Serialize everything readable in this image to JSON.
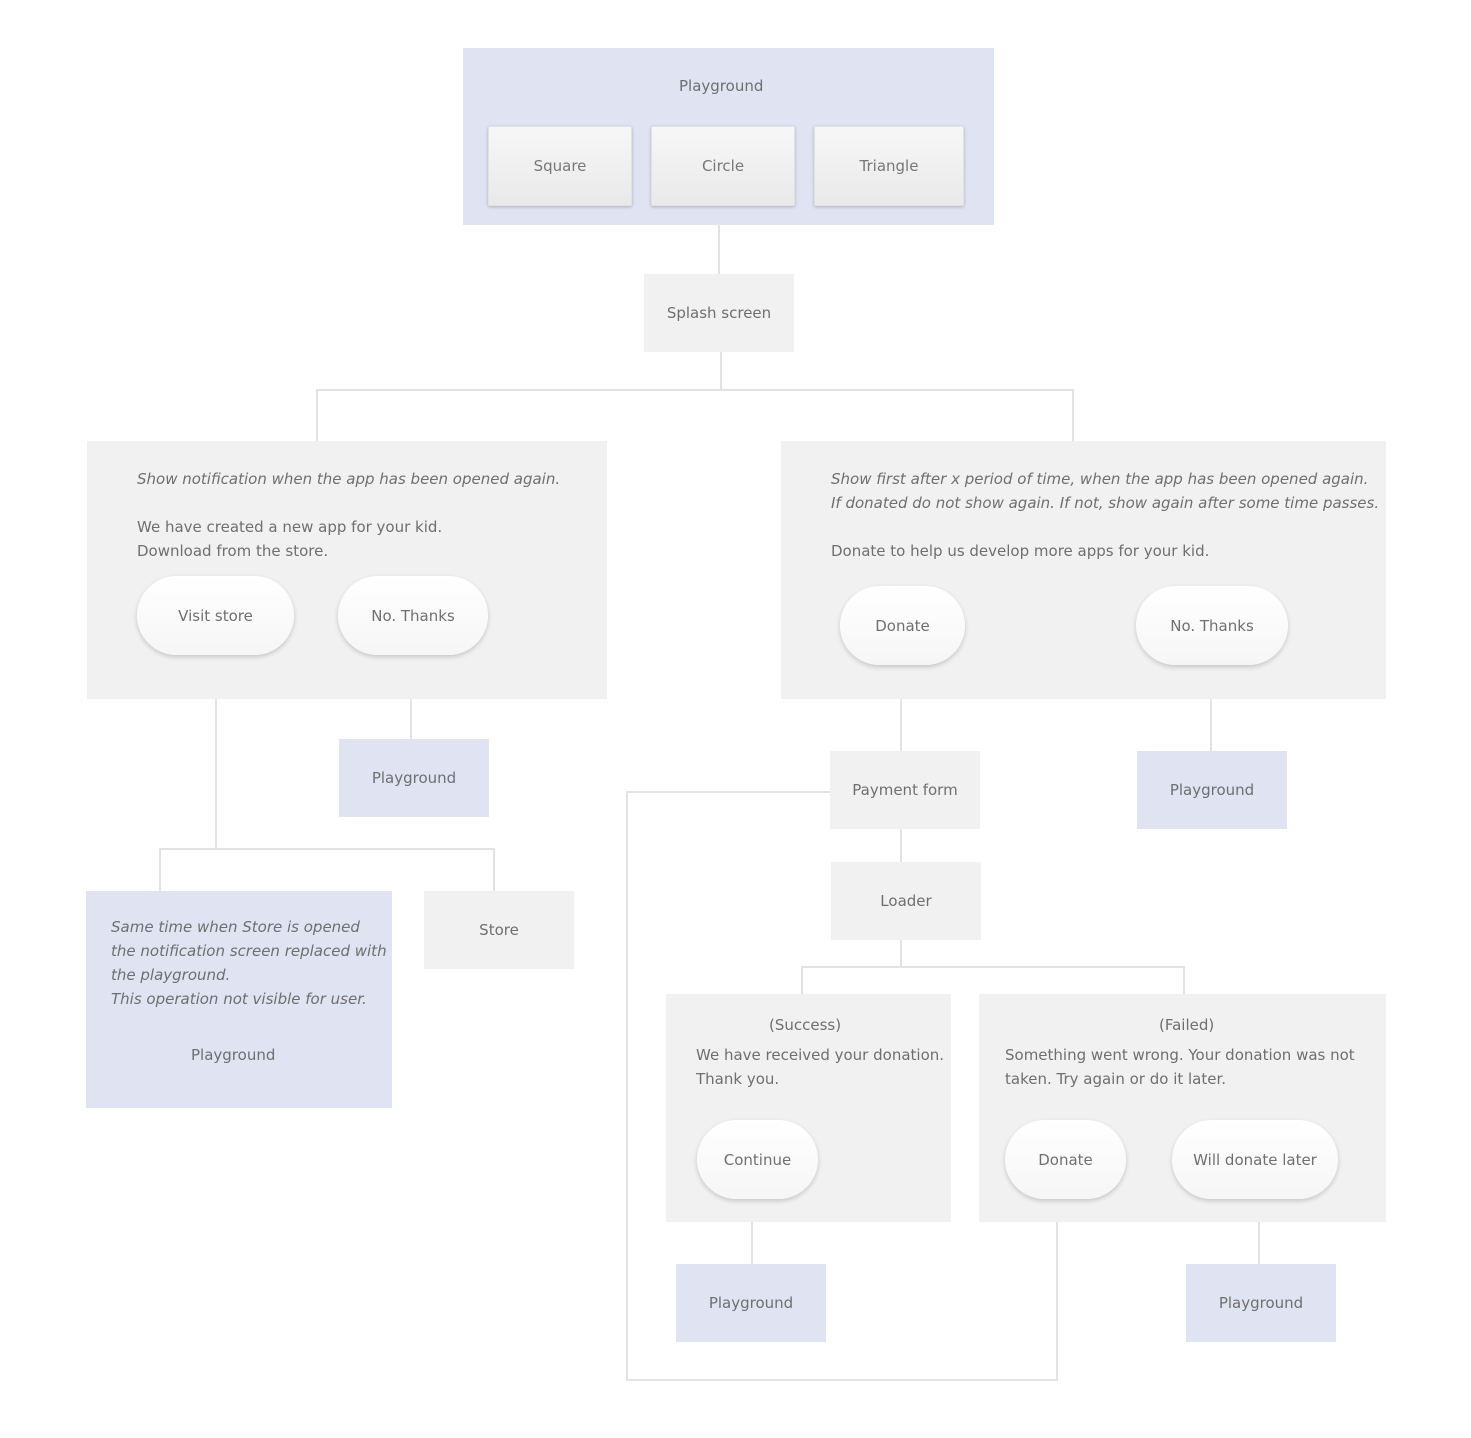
{
  "top": {
    "title": "Playground",
    "tiles": [
      "Square",
      "Circle",
      "Triangle"
    ]
  },
  "splash": "Splash screen",
  "notification": {
    "note": "Show notification when the app has been opened again.",
    "message_line1": "We have created a new app for your kid.",
    "message_line2": "Download from the store.",
    "visit_store": "Visit store",
    "no_thanks": "No. Thanks"
  },
  "donation": {
    "note_line1": "Show first after x period of time, when the app has been opened again.",
    "note_line2": "If donated do not show again. If not, show again after some time passes.",
    "message": "Donate to help us develop more apps for your kid.",
    "donate": "Donate",
    "no_thanks": "No. Thanks"
  },
  "playground_label": "Playground",
  "store": "Store",
  "store_note": {
    "line1": "Same time when Store is opened",
    "line2": "the notification screen replaced with",
    "line3": "the playground.",
    "line4": "This operation not visible for user.",
    "title": "Playground"
  },
  "payment_form": "Payment form",
  "loader": "Loader",
  "success": {
    "title": "(Success)",
    "line1": "We have received your donation.",
    "line2": "Thank you.",
    "continue": "Continue"
  },
  "failed": {
    "title": "(Failed)",
    "line1": "Something went wrong. Your donation was not",
    "line2": "taken. Try again or do it later.",
    "donate": "Donate",
    "later": "Will donate later"
  },
  "colors": {
    "gray_box": "#f1f1f1",
    "blue_box": "#dfe3f2",
    "connector": "#e3e3e3",
    "text": "#6f6f6f"
  }
}
